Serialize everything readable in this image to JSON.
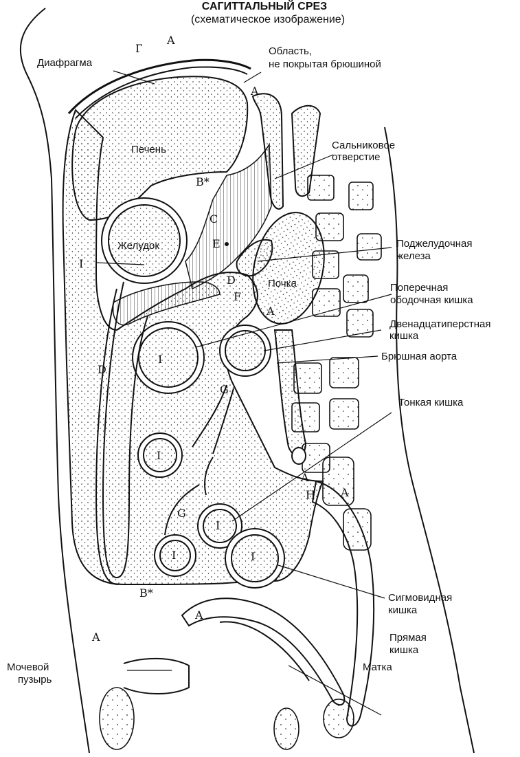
{
  "title": "САГИТТАЛЬНЫЙ СРЕЗ",
  "subtitle": "(схематическое изображение)",
  "labels": {
    "diaphragm": "Диафрагма",
    "bare_area_1": "Область,",
    "bare_area_2": "не покрытая брюшиной",
    "liver": "Печень",
    "epiploic_1": "Сальниковое",
    "epiploic_2": "отверстие",
    "stomach": "Желудок",
    "pancreas_1": "Поджелудочная",
    "pancreas_2": "железа",
    "kidney": "Почка",
    "transverse_1": "Поперечная",
    "transverse_2": "ободочная кишка",
    "duodenum_1": "Двенадцатиперстная",
    "duodenum_2": "кишка",
    "aorta": "Брюшная аорта",
    "small_intestine": "Тонкая кишка",
    "sigmoid_1": "Сигмовидная",
    "sigmoid_2": "кишка",
    "rectum_1": "Прямая",
    "rectum_2": "кишка",
    "bladder_1": "Мочевой",
    "bladder_2": "пузырь",
    "uterus": "Матка"
  },
  "markers": {
    "A": "A",
    "A_lower": "A",
    "B": "B*",
    "C": "C",
    "D": "D",
    "E": "E",
    "F": "F",
    "G": "G",
    "H": "H",
    "I": "I",
    "gamma": "Г"
  }
}
